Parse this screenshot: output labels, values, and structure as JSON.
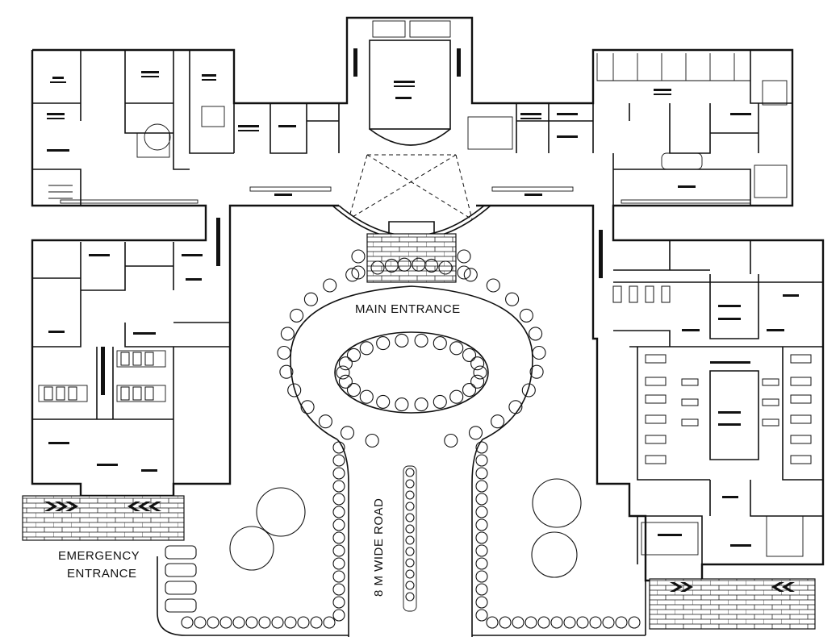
{
  "labels": {
    "main_entrance": "MAIN ENTRANCE",
    "road": "8 M WIDE ROAD",
    "emergency_line1": "EMERGENCY",
    "emergency_line2": "ENTRANCE"
  },
  "colors": {
    "line": "#111111",
    "background": "#ffffff"
  },
  "icons": [
    "tree-icon",
    "car-icon",
    "bed-icon",
    "stair-icon",
    "door-icon",
    "toilet-icon"
  ]
}
